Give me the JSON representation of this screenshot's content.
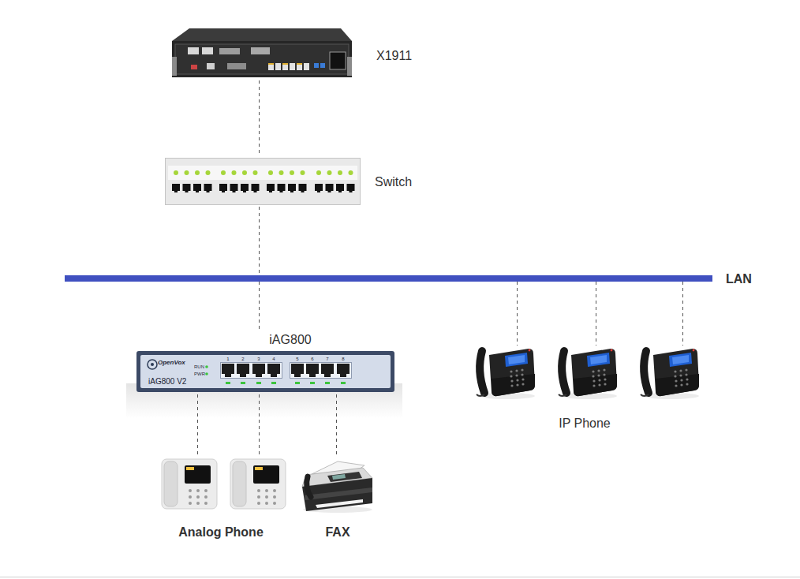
{
  "diagram": {
    "nodes": [
      {
        "text": [
          "X1911"
        ]
      },
      {
        "text": [
          "Switch"
        ]
      },
      {
        "text": [
          "LAN"
        ]
      },
      {
        "text": [
          "iAG800"
        ]
      },
      {
        "text": [
          "IP Phone"
        ]
      },
      {
        "text": [
          "Analog Phone"
        ]
      },
      {
        "text": [
          "FAX"
        ]
      }
    ],
    "edges": [
      {
        "from": 0,
        "to": 1,
        "arrow": "none"
      },
      {
        "from": 1,
        "to": 2,
        "arrow": "none"
      },
      {
        "from": 2,
        "to": 3,
        "arrow": "none"
      },
      {
        "from": 2,
        "to": 4,
        "arrow": "none"
      },
      {
        "from": 2,
        "to": 4,
        "arrow": "none"
      },
      {
        "from": 2,
        "to": 4,
        "arrow": "none"
      },
      {
        "from": 3,
        "to": 5,
        "arrow": "none"
      },
      {
        "from": 3,
        "to": 5,
        "arrow": "none"
      },
      {
        "from": 3,
        "to": 6,
        "arrow": "none"
      }
    ],
    "labels": [
      "OpenVox",
      "iAG800 V2",
      "RUN",
      "PWR",
      "1",
      "2",
      "3",
      "4",
      "5",
      "6",
      "7",
      "8"
    ]
  }
}
